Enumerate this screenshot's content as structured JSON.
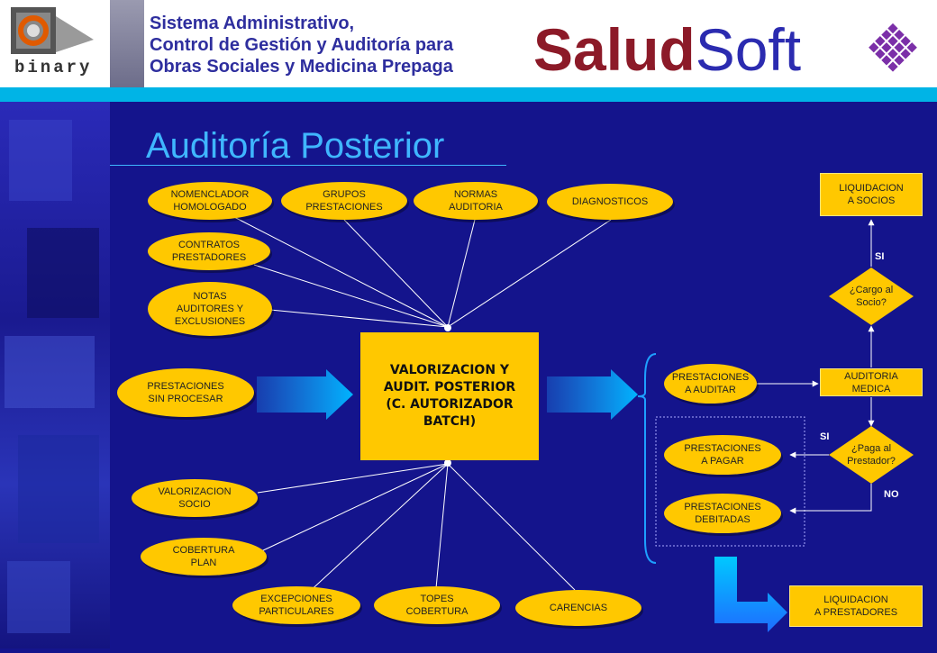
{
  "header": {
    "logo_text": "binary",
    "subtitle_lines": [
      "Sistema Administrativo,",
      "Control de Gestión y Auditoría para",
      "Obras Sociales y Medicina Prepaga"
    ],
    "brand_part1": "Salud",
    "brand_part2": "Soft"
  },
  "title": "Auditoría Posterior",
  "center_box": "VALORIZACION Y\nAUDIT. POSTERIOR\n(C. AUTORIZADOR\nBATCH)",
  "top_inputs": [
    "NOMENCLADOR\nHOMOLOGADO",
    "GRUPOS\nPRESTACIONES",
    "NORMAS\nAUDITORIA",
    "DIAGNOSTICOS",
    "CONTRATOS\nPRESTADORES",
    "NOTAS\nAUDITORES Y\nEXCLUSIONES"
  ],
  "input_process": "PRESTACIONES\nSIN PROCESAR",
  "bottom_inputs": [
    "VALORIZACION\nSOCIO",
    "COBERTURA\nPLAN",
    "EXCEPCIONES\nPARTICULARES",
    "TOPES\nCOBERTURA",
    "CARENCIAS"
  ],
  "right_flow": {
    "prestaciones_auditar": "PRESTACIONES\nA AUDITAR",
    "auditoria_medica": "AUDITORIA\nMEDICA",
    "cargo_socio": "¿Cargo al\nSocio?",
    "liquidacion_socios": "LIQUIDACION\nA SOCIOS",
    "paga_prestador": "¿Paga al\nPrestador?",
    "prestaciones_pagar": "PRESTACIONES\nA PAGAR",
    "prestaciones_debitadas": "PRESTACIONES\nDEBITADAS",
    "liquidacion_prestadores": "LIQUIDACION\nA PRESTADORES",
    "si_top": "SI",
    "si_bottom": "SI",
    "no": "NO"
  },
  "colors": {
    "background": "#14148c",
    "node": "#ffc800",
    "accent": "#3fb6ff",
    "cyan_bar": "#00b4e6",
    "brand_red": "#8c1a28",
    "brand_blue": "#2b2bb0"
  }
}
